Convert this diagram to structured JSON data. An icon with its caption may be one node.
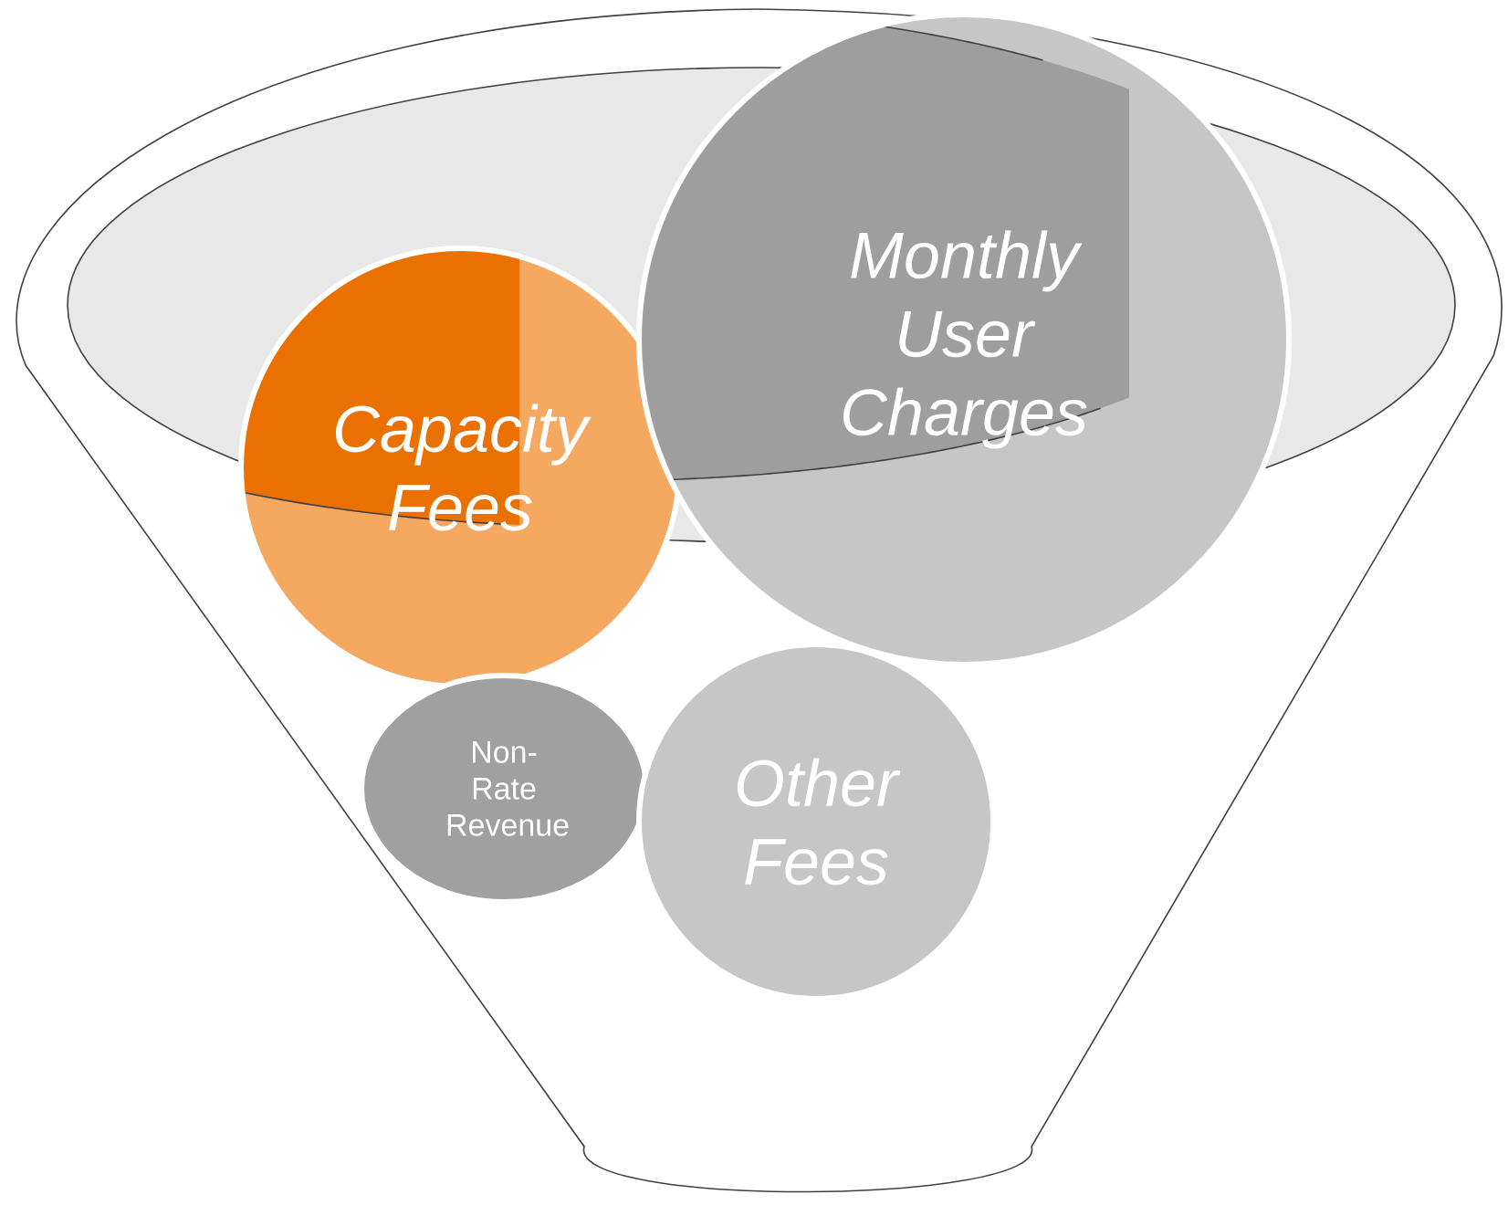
{
  "diagram": {
    "nodes": [
      {
        "text": [
          "Capacity Fees"
        ]
      },
      {
        "text": [
          "Monthly User Charges"
        ]
      },
      {
        "text": [
          "Non-Rate Revenue"
        ]
      },
      {
        "text": [
          "Other Fees"
        ]
      }
    ]
  }
}
